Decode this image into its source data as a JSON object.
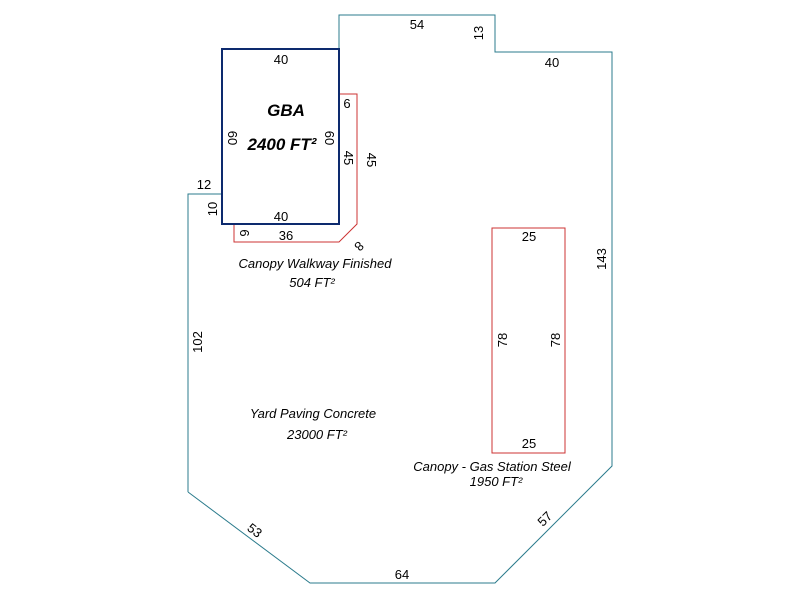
{
  "colors": {
    "outer": "#2b7b8c",
    "gba": "#0d2a6e",
    "walkway": "#cc3333",
    "canopy": "#cc3333"
  },
  "gba": {
    "title": "GBA",
    "area": "2400 FT²",
    "top": "40",
    "bottom": "40",
    "left": "60",
    "right": "60"
  },
  "walkway": {
    "name": "Canopy Walkway Finished",
    "area": "504 FT²",
    "top": "6",
    "right_inner": "45",
    "right_outer": "45",
    "bottom": "36",
    "left": "6",
    "diag": "8"
  },
  "yard": {
    "name": "Yard Paving Concrete",
    "area": "23000 FT²",
    "top": "54",
    "notch": "13",
    "top_right": "40",
    "right": "143",
    "diag_right": "57",
    "bottom": "64",
    "diag_left": "53",
    "left": "102",
    "left_top": "12",
    "left_short": "10"
  },
  "canopy": {
    "name": "Canopy - Gas Station Steel",
    "area": "1950 FT²",
    "top": "25",
    "bottom": "25",
    "left": "78",
    "right": "78"
  }
}
